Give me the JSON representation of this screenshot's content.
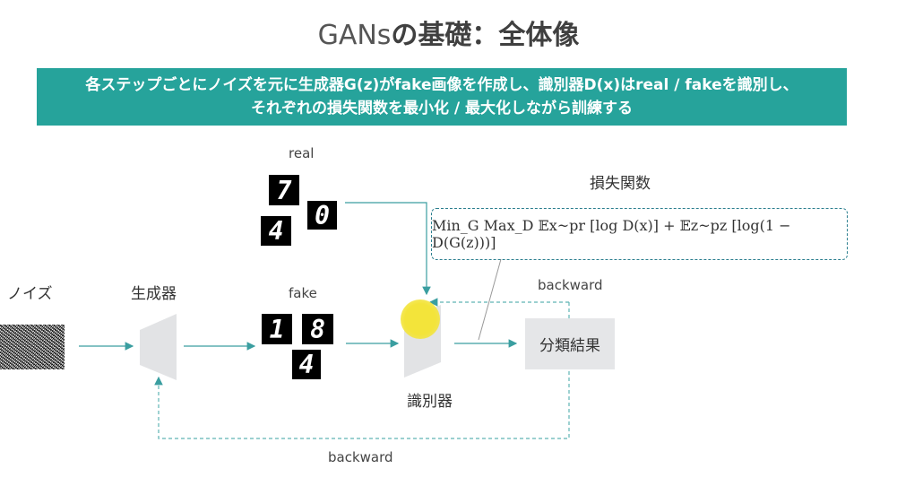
{
  "title": {
    "prefix": "GANs",
    "rest": "の基礎：全体像"
  },
  "banner": {
    "line1": "各ステップごとにノイズを元に生成器G(z)がfake画像を作成し、識別器D(x)はreal / fakeを識別し、",
    "line2": "それぞれの損失関数を最小化 / 最大化しながら訓練する"
  },
  "labels": {
    "noise": "ノイズ",
    "generator": "生成器",
    "real": "real",
    "fake": "fake",
    "discriminator": "識別器",
    "loss_function": "損失関数",
    "backward_top": "backward",
    "backward_bottom": "backward",
    "result": "分類結果"
  },
  "digits": {
    "real": [
      "7",
      "0",
      "4"
    ],
    "fake": [
      "1",
      "8",
      "4"
    ]
  },
  "loss_formula": "Min_G Max_D 𝔼x~pr [log D(x)] + 𝔼z~pz [log(1 − D(G(z)))]",
  "colors": {
    "teal": "#26a39b",
    "arrow": "#3a9ea0",
    "shape_gray": "#e2e3e5",
    "highlight": "#f3e43a"
  }
}
